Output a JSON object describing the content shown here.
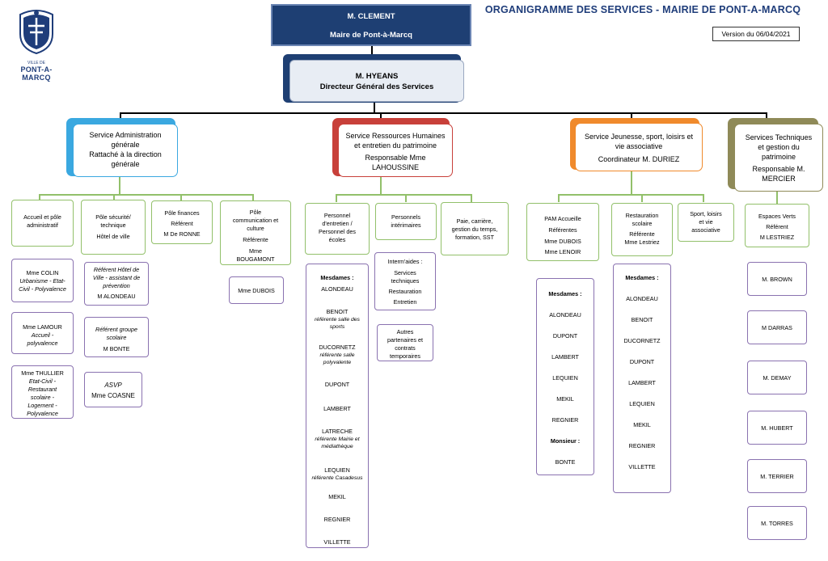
{
  "header": {
    "title": "ORGANIGRAMME DES SERVICES - MAIRIE DE PONT-A-MARCQ",
    "version": "Version du 06/04/2021",
    "logo_caption": "VILLE DE",
    "logo_city": "PONT-A-MARCQ"
  },
  "mayor": {
    "name": "M. CLEMENT",
    "role": "Maire de Pont-à-Marcq"
  },
  "dgs": {
    "name": "M. HYEANS",
    "role": "Directeur Général des Services"
  },
  "services": [
    {
      "l1": "Service Administration",
      "l2": "générale",
      "l3": "Rattaché à la direction",
      "l4": "générale"
    },
    {
      "l1": "Service Ressources Humaines",
      "l2": "et entretien du patrimoine",
      "l3": "Responsable Mme",
      "l4": "LAHOUSSINE"
    },
    {
      "l1": "Service Jeunesse, sport, loisirs et",
      "l2": "vie associative",
      "l3": "Coordinateur M. DURIEZ",
      "l4": ""
    },
    {
      "l1": "Services Techniques",
      "l2": "et gestion du",
      "l3": "patrimoine",
      "l4": "Responsable M.",
      "l5": "MERCIER"
    }
  ],
  "admin": {
    "accueil": [
      "Accueil et pôle",
      "administratif"
    ],
    "colin": [
      "Mme COLIN",
      "Urbanisme - Etat-",
      "Civil - Polyvalence"
    ],
    "lamour": [
      "Mme LAMOUR",
      "Accueil -",
      "polyvalence"
    ],
    "thullier": [
      "Mme THULLIER",
      "Etat-Civil -",
      "Restaurant",
      "scolaire -",
      "Logement -",
      "Polyvalence"
    ],
    "securite": [
      "Pôle sécurité/",
      "technique",
      "Hôtel de ville"
    ],
    "ref_hotel": [
      "Référent Hôtel de",
      "Ville - assistant de",
      "prévention",
      "M ALONDEAU"
    ],
    "ref_groupe": [
      "Référent groupe",
      "scolaire",
      "M BONTE"
    ],
    "asvp": [
      "ASVP",
      "Mme COASNE"
    ],
    "finances": [
      "Pôle finances",
      "Référent",
      "M De RONNE"
    ],
    "communication": [
      "Pôle",
      "communication et",
      "culture",
      "Référente",
      "Mme",
      "BOUGAMONT"
    ],
    "dubois": "Mme DUBOIS"
  },
  "rh": {
    "personnel": [
      "Personnel",
      "d'entretien /",
      "Personnel des",
      "écoles"
    ],
    "interimaires": [
      "Personnels",
      "intérimaires"
    ],
    "paie": [
      "Paie, carrière,",
      "gestion du temps,",
      "formation, SST"
    ],
    "mesdames_label": "Mesdames :",
    "staff": [
      {
        "name": "ALONDEAU",
        "note": ""
      },
      {
        "name": "BENOIT",
        "note": "référente salle des sports"
      },
      {
        "name": "DUCORNETZ",
        "note": "référente salle polyvalente"
      },
      {
        "name": "DUPONT",
        "note": ""
      },
      {
        "name": "LAMBERT",
        "note": ""
      },
      {
        "name": "LATRECHE",
        "note": "référente Mairie et médiathèque"
      },
      {
        "name": "LEQUIEN",
        "note": "référente Casadesus"
      },
      {
        "name": "MEKIL",
        "note": ""
      },
      {
        "name": "REGNIER",
        "note": ""
      },
      {
        "name": "VILLETTE",
        "note": ""
      }
    ],
    "intermaides": [
      "Interm'aides :",
      "Services",
      "techniques",
      "Restauration",
      "Entretien"
    ],
    "autres": [
      "Autres",
      "partenaires et",
      "contrats",
      "temporaires"
    ]
  },
  "jeunesse": {
    "pam": [
      "PAM Accueille",
      "Référentes",
      "Mme DUBOIS",
      "Mme LENOIR"
    ],
    "pam_list_label": "Mesdames :",
    "pam_list": [
      "ALONDEAU",
      "DUPONT",
      "LAMBERT",
      "LEQUIEN",
      "MEKIL",
      "REGNIER"
    ],
    "monsieur_label": "Monsieur :",
    "monsieur": "BONTE",
    "resto": [
      "Restauration",
      "scolaire",
      "Référente",
      "Mme Lestriez"
    ],
    "resto_list_label": "Mesdames :",
    "resto_list": [
      "ALONDEAU",
      "BENOIT",
      "DUCORNETZ",
      "DUPONT",
      "LAMBERT",
      "LEQUIEN",
      "MEKIL",
      "REGNIER",
      "VILLETTE"
    ],
    "sport": [
      "Sport, loisirs",
      "et vie",
      "associative"
    ]
  },
  "tech": {
    "verts": [
      "Espaces Verts",
      "Référent",
      "M LESTRIEZ"
    ],
    "staff": [
      "M. BROWN",
      "M DARRAS",
      "M. DEMAY",
      "M. HUBERT",
      "M. TERRIER",
      "M. TORRES"
    ]
  },
  "colors": {
    "navy": "#1e3f73",
    "blue": "#3aa8e0",
    "red": "#c8403a",
    "orange": "#f08a2c",
    "olive": "#8f8a58",
    "green": "#92c06a",
    "purple": "#8a72b0"
  }
}
